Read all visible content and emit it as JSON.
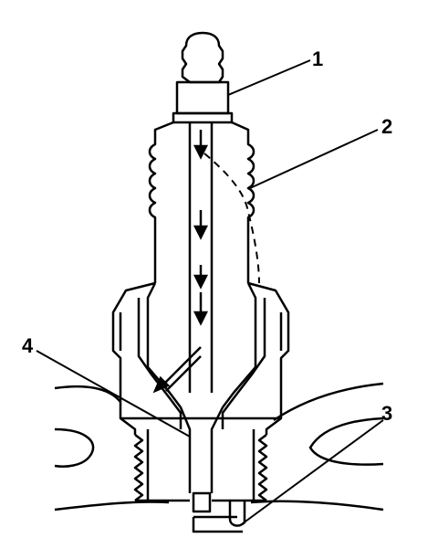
{
  "diagram": {
    "colors": {
      "line": "#000000",
      "background": "#ffffff"
    },
    "callouts": [
      {
        "id": "1",
        "label": "1"
      },
      {
        "id": "2",
        "label": "2"
      },
      {
        "id": "3",
        "label": "3"
      },
      {
        "id": "4",
        "label": "4"
      }
    ]
  }
}
